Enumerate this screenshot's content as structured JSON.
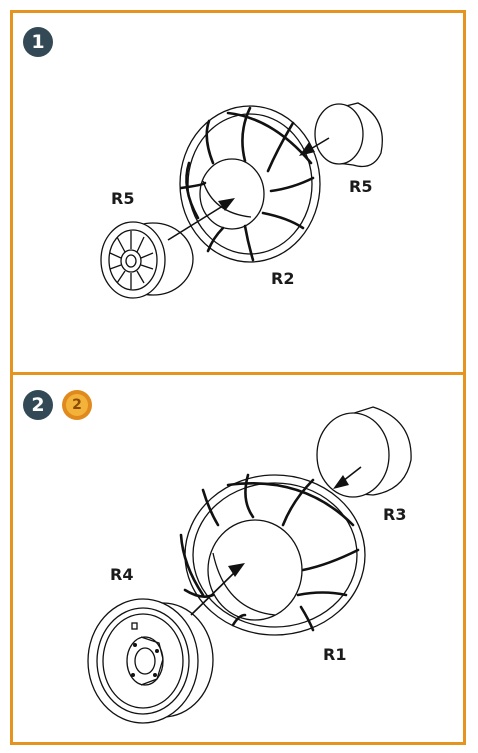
{
  "steps": [
    {
      "number": "1",
      "labels": {
        "hub_inner": "R5",
        "hub_outer": "R5",
        "tyre": "R2"
      }
    },
    {
      "number": "2",
      "reference": "2",
      "labels": {
        "wheel": "R4",
        "cap": "R3",
        "tyre": "R1"
      }
    }
  ],
  "colors": {
    "frame": "#e4941f",
    "step_badge": "#334a56",
    "reference_badge": "#e08a1e"
  }
}
